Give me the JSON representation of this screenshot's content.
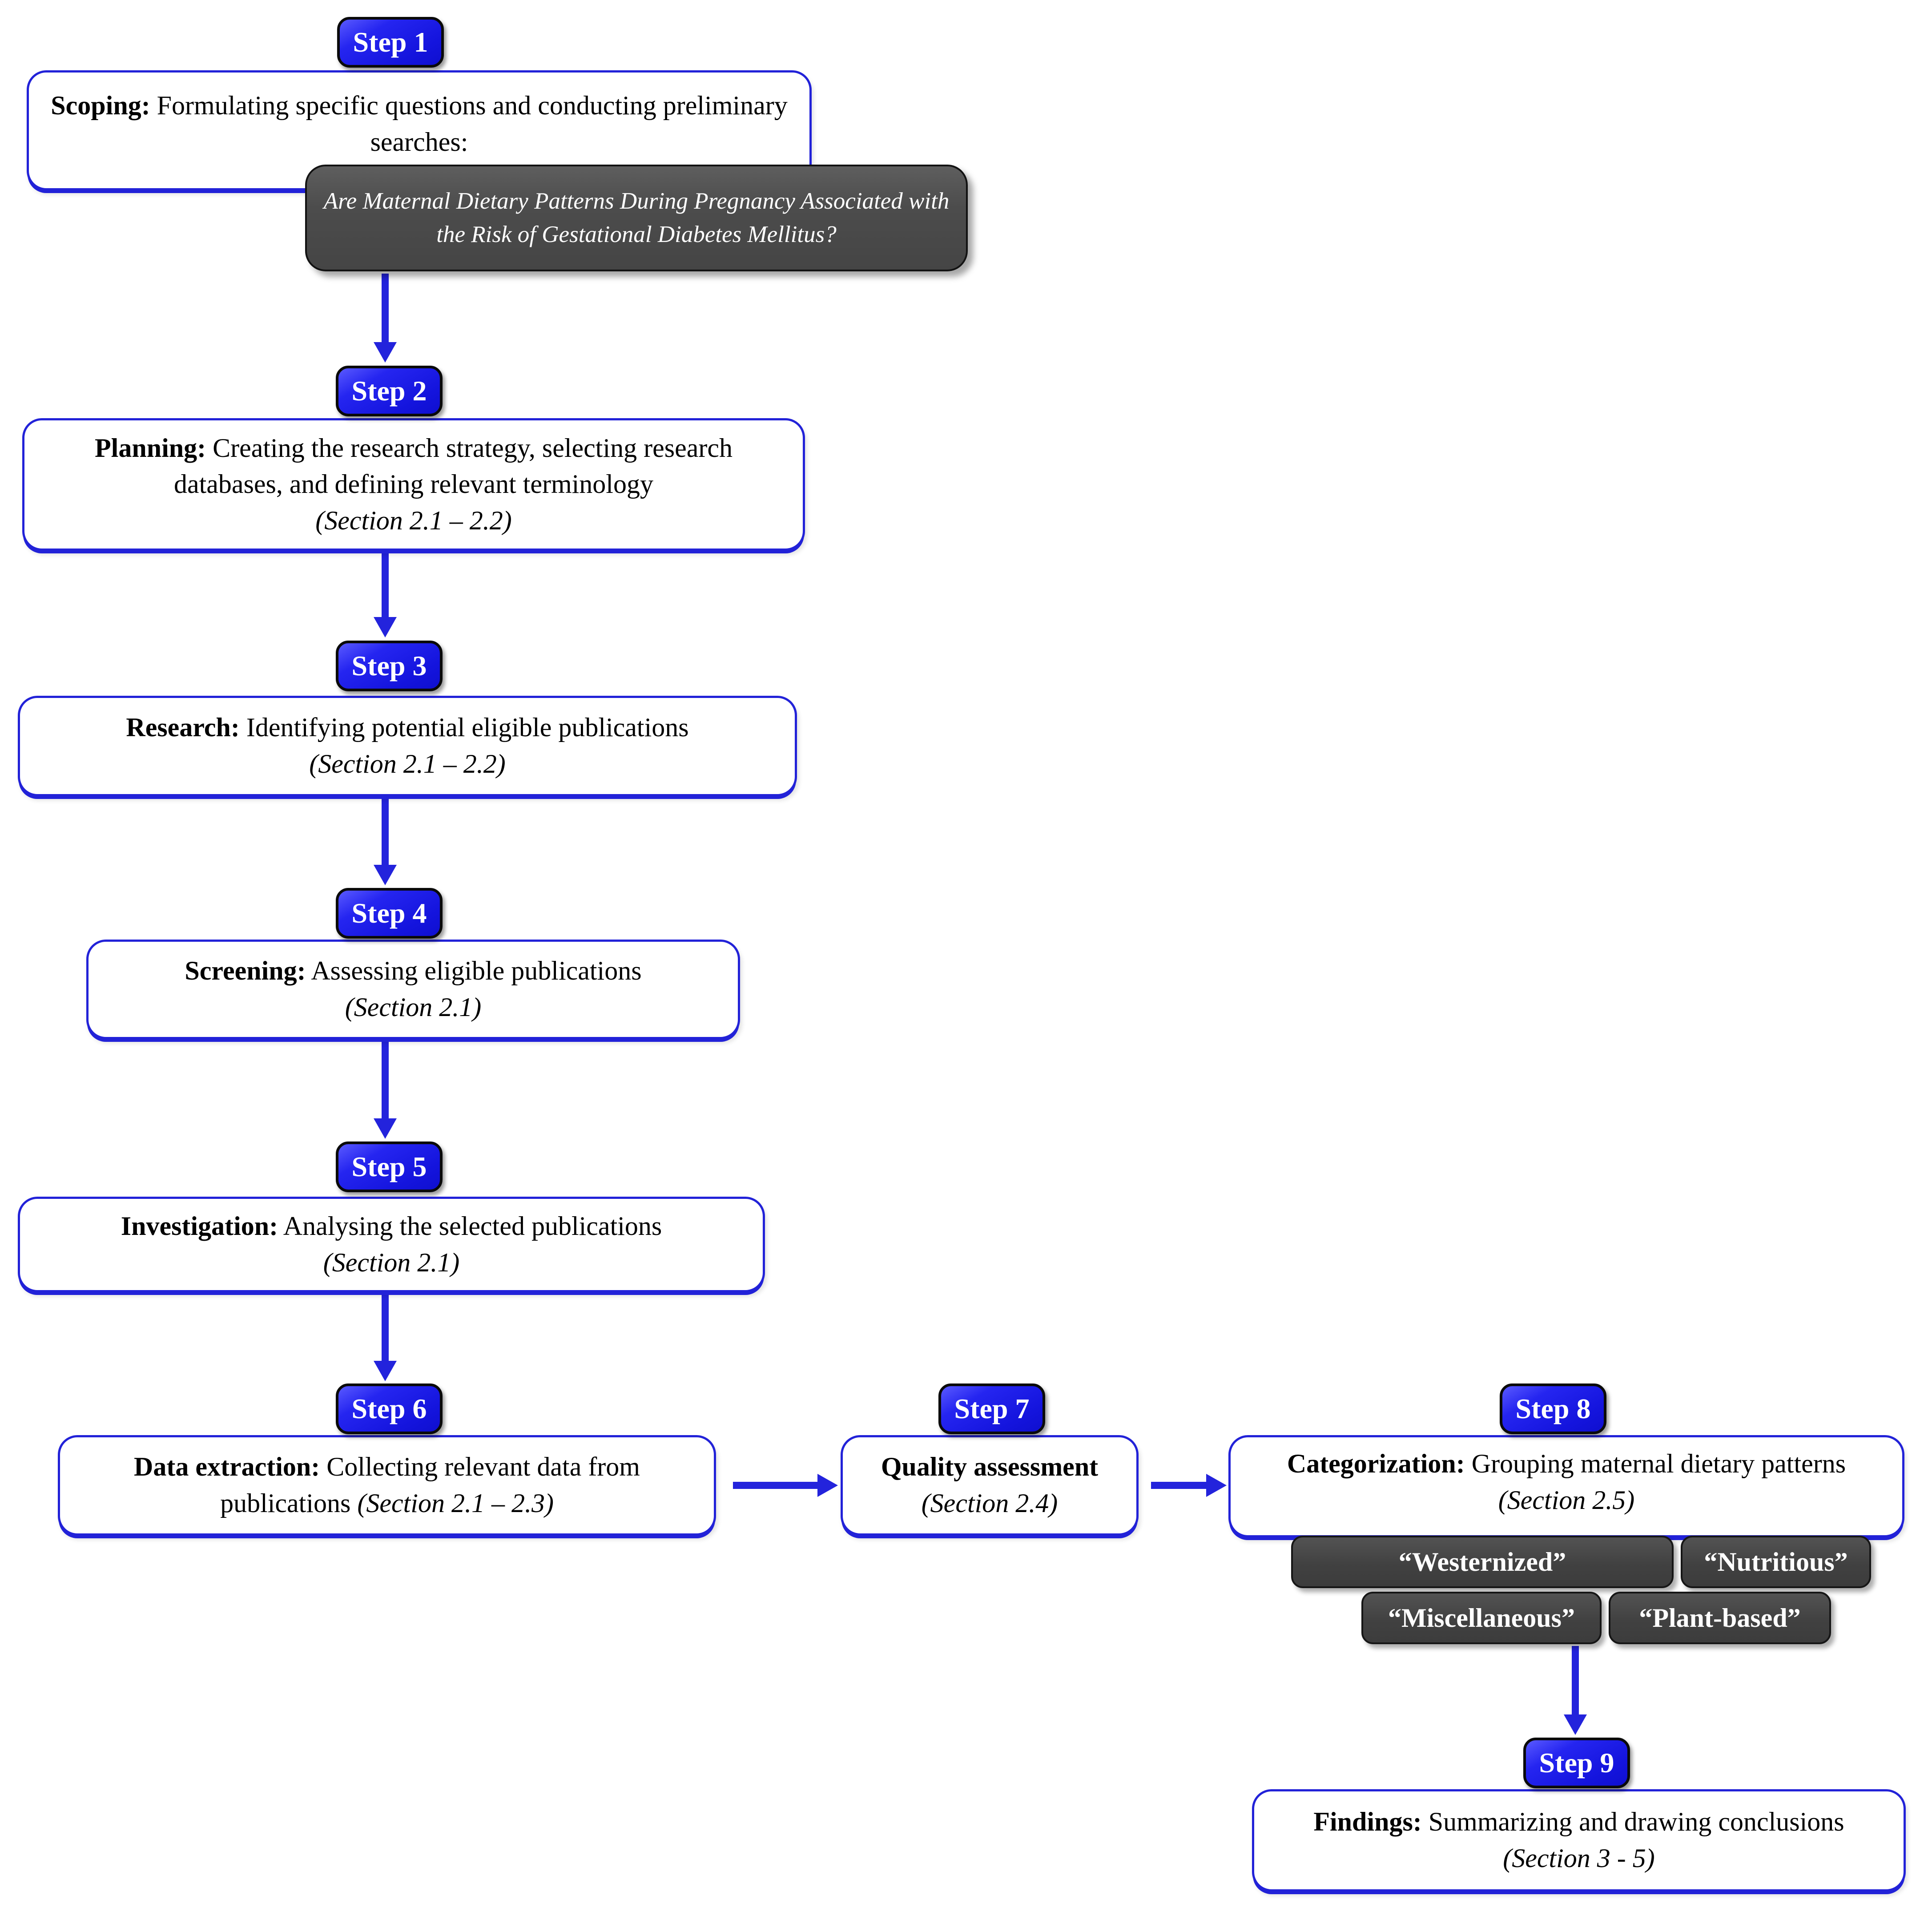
{
  "figure": {
    "type": "flowchart",
    "description_colors": {
      "step_badge_blue": "#1414dd",
      "box_border_blue": "#2222d8",
      "arrow_blue": "#2323dc",
      "question_box_gray": "#4c4c4c",
      "category_box_gray": "#414141",
      "box_text_black": "#000000",
      "badge_text_white": "#ffffff"
    }
  },
  "research_question": "Are Maternal Dietary Patterns During Pregnancy Associated with the Risk of Gestational Diabetes Mellitus?",
  "steps": [
    {
      "badge": "Step 1",
      "title": "Scoping:",
      "desc": "Formulating specific questions and conducting preliminary searches:"
    },
    {
      "badge": "Step 2",
      "title": "Planning:",
      "desc": "Creating the research strategy, selecting research databases, and defining relevant terminology",
      "section": "(Section 2.1 – 2.2)"
    },
    {
      "badge": "Step 3",
      "title": "Research:",
      "desc": "Identifying potential eligible publications",
      "section": "(Section 2.1 – 2.2)"
    },
    {
      "badge": "Step 4",
      "title": "Screening:",
      "desc": "Assessing eligible publications",
      "section": "(Section 2.1)"
    },
    {
      "badge": "Step 5",
      "title": "Investigation:",
      "desc": "Analysing the selected publications",
      "section": "(Section 2.1)"
    },
    {
      "badge": "Step 6",
      "title": "Data extraction:",
      "desc": "Collecting relevant data from publications",
      "section": "(Section 2.1 – 2.3)"
    },
    {
      "badge": "Step 7",
      "title": "Quality assessment",
      "section": "(Section 2.4)"
    },
    {
      "badge": "Step 8",
      "title": "Categorization:",
      "desc": "Grouping maternal dietary patterns",
      "section": "(Section 2.5)"
    },
    {
      "badge": "Step 9",
      "title": "Findings:",
      "desc": "Summarizing and drawing conclusions",
      "section": "(Section 3 - 5)"
    }
  ],
  "categories": [
    "“Westernized”",
    "“Nutritious”",
    "“Miscellaneous”",
    "“Plant-based”"
  ]
}
